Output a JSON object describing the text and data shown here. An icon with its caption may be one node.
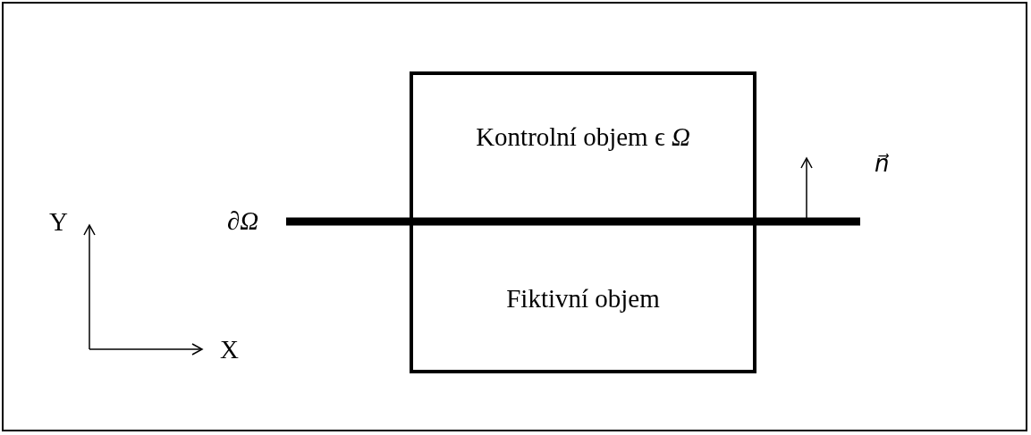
{
  "diagram": {
    "nodes": [
      {
        "text": [
          "Kontrolní objem ϵ *Ω*"
        ]
      },
      {
        "text": [
          "Fiktivní objem"
        ]
      }
    ],
    "labels": [
      "∂Ω",
      "Y",
      "X",
      "n⃗"
    ]
  }
}
